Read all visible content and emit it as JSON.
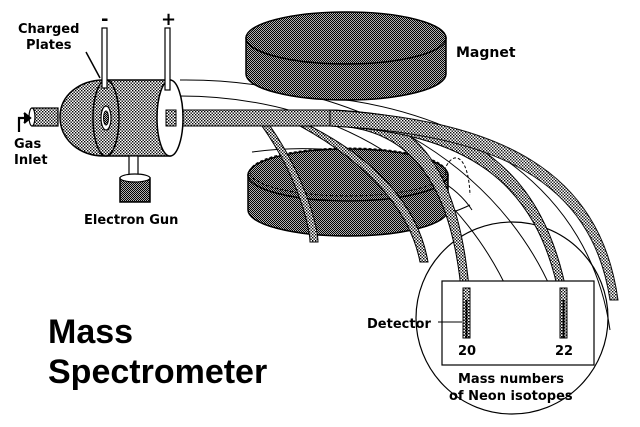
{
  "labels": {
    "charged_plates_line1": "Charged",
    "charged_plates_line2": "Plates",
    "minus_sign": "-",
    "plus_sign": "+",
    "magnet": "Magnet",
    "gas_inlet_line1": "Gas",
    "gas_inlet_line2": "Inlet",
    "electron_gun": "Electron Gun",
    "detector": "Detector",
    "isotope_20": "20",
    "isotope_22": "22",
    "mass_numbers_line1": "Mass numbers",
    "mass_numbers_line2": "of Neon isotopes",
    "title_line1": "Mass",
    "title_line2": "Spectrometer"
  },
  "colors": {
    "ink": "#000000",
    "background": "#ffffff",
    "stipple": "#9a9a9a",
    "dark_stipple": "#4a4a4a"
  }
}
